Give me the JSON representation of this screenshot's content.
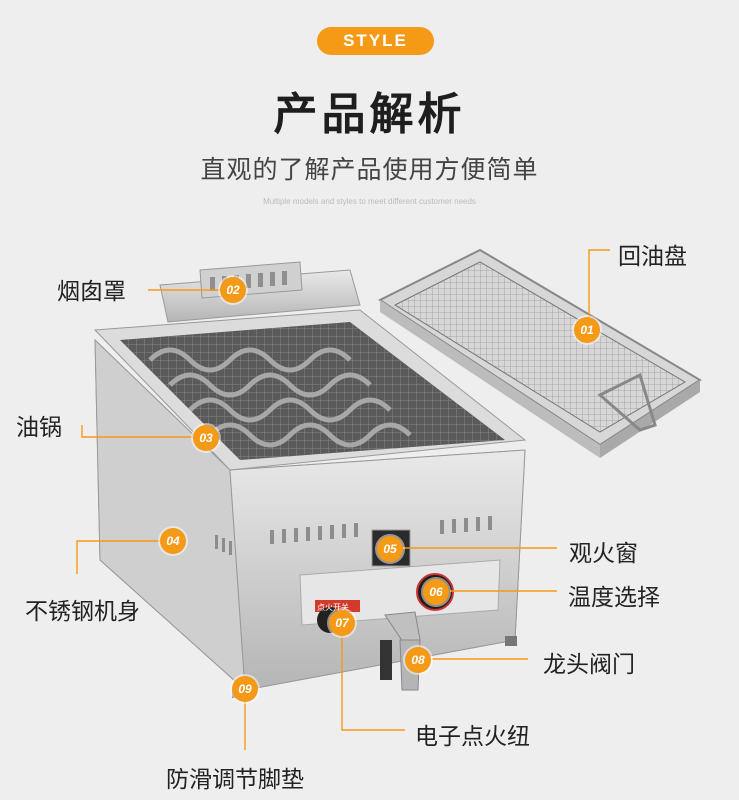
{
  "header": {
    "style_tag": "STYLE",
    "title": "产品解析",
    "subtitle": "直观的了解产品使用方便简单",
    "note": "Multiple models and styles to meet different customer needs"
  },
  "parts": [
    {
      "num": "01",
      "label": "回油盘"
    },
    {
      "num": "02",
      "label": "烟囱罩"
    },
    {
      "num": "03",
      "label": "油锅"
    },
    {
      "num": "04",
      "label": "不锈钢机身"
    },
    {
      "num": "05",
      "label": "观火窗"
    },
    {
      "num": "06",
      "label": "温度选择"
    },
    {
      "num": "07",
      "label": "电子点火纽"
    },
    {
      "num": "08",
      "label": "龙头阀门"
    },
    {
      "num": "09",
      "label": "防滑调节脚垫"
    }
  ],
  "panel": {
    "label": "点火开关"
  },
  "colors": {
    "accent": "#f59a16",
    "background": "#eeeeee",
    "steel": "#c9c9c9"
  }
}
